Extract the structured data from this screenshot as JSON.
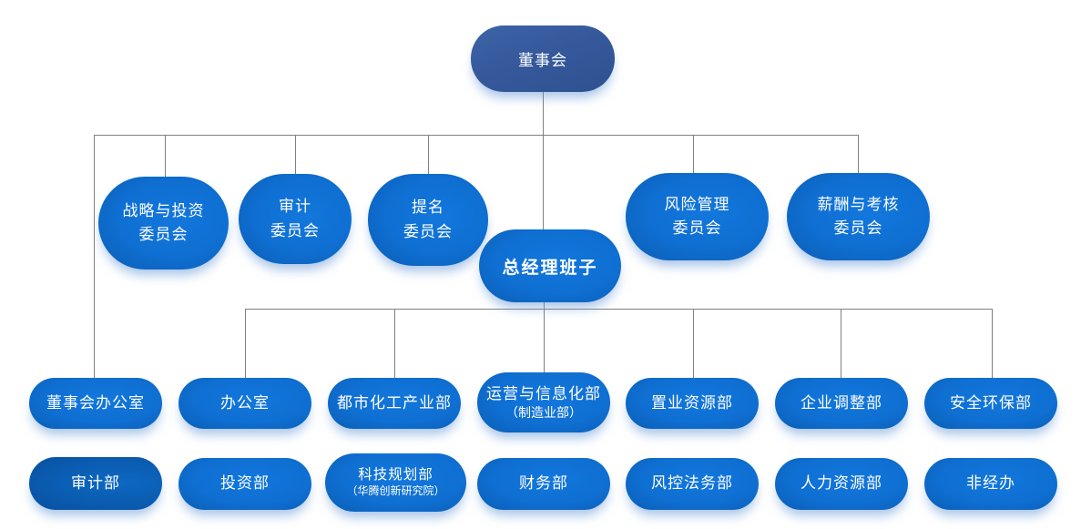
{
  "org": {
    "nodes": {
      "board": {
        "label": "董事会"
      },
      "committees": [
        {
          "id": "strategy-investment-committee",
          "label": "战略与投资\n委员会"
        },
        {
          "id": "audit-committee",
          "label": "审计\n委员会"
        },
        {
          "id": "nomination-committee",
          "label": "提名\n委员会"
        },
        {
          "id": "risk-management-committee",
          "label": "风险管理\n委员会"
        },
        {
          "id": "compensation-assessment-committee",
          "label": "薪酬与考核\n委员会"
        }
      ],
      "gm_team": {
        "label": "总经理班子"
      },
      "dept_row1": [
        {
          "id": "board-office",
          "label": "董事会办公室"
        },
        {
          "id": "general-office",
          "label": "办公室"
        },
        {
          "id": "urban-chemical-dept",
          "label": "都市化工产业部"
        },
        {
          "id": "operations-informatization-dept",
          "label": "运营与信息化部",
          "sublabel": "（制造业部）"
        },
        {
          "id": "property-resources-dept",
          "label": "置业资源部"
        },
        {
          "id": "enterprise-adjustment-dept",
          "label": "企业调整部"
        },
        {
          "id": "safety-environment-dept",
          "label": "安全环保部"
        }
      ],
      "dept_row2": [
        {
          "id": "audit-dept",
          "label": "审计部"
        },
        {
          "id": "investment-dept",
          "label": "投资部"
        },
        {
          "id": "tech-planning-dept",
          "label": "科技规划部",
          "sublabel": "（华腾创新研究院）"
        },
        {
          "id": "finance-dept",
          "label": "财务部"
        },
        {
          "id": "risk-legal-dept",
          "label": "风控法务部"
        },
        {
          "id": "hr-dept",
          "label": "人力资源部"
        },
        {
          "id": "fei-jing-ban",
          "label": "非经办"
        }
      ]
    },
    "colors": {
      "board_fill": "#35599b",
      "bubble_fill": "#0f6fd2",
      "bubble_dark_fill": "#0a5cb0",
      "connector": "#808080",
      "text": "#ffffff",
      "background": "#ffffff"
    }
  }
}
